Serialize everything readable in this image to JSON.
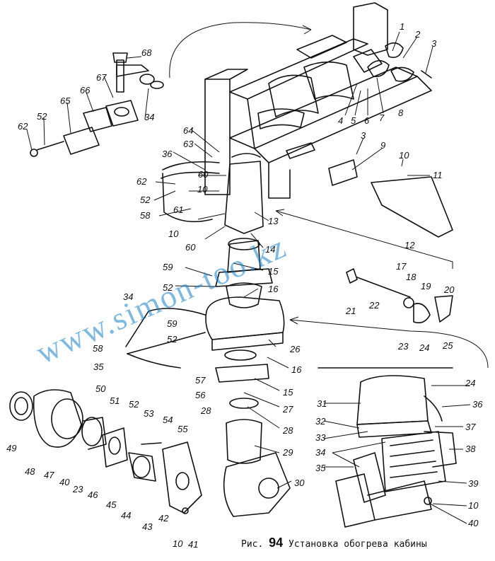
{
  "watermark": "www.simon-too.kz",
  "caption": {
    "prefix": "Рис.",
    "number": "94",
    "title": "Установка обогрева кабины"
  },
  "labels": {
    "l1": "1",
    "l2": "2",
    "l3": "3",
    "l4": "4",
    "l5": "5",
    "l6": "6",
    "l7": "7",
    "l8": "8",
    "l9": "9",
    "l10": "10",
    "l11": "11",
    "l12": "12",
    "l13": "13",
    "l14": "14",
    "l15": "15",
    "l16": "16",
    "l17": "17",
    "l18": "18",
    "l19": "19",
    "l20": "20",
    "l21": "21",
    "l22": "22",
    "l23": "23",
    "l24": "24",
    "l25": "25",
    "l26": "26",
    "l27": "27",
    "l28": "28",
    "l29": "29",
    "l30": "30",
    "l31": "31",
    "l32": "32",
    "l33": "33",
    "l34": "34",
    "l35": "35",
    "l36": "36",
    "l37": "37",
    "l38": "38",
    "l39": "39",
    "l40": "40",
    "l41": "41",
    "l42": "42",
    "l43": "43",
    "l44": "44",
    "l45": "45",
    "l46": "46",
    "l47": "47",
    "l48": "48",
    "l49": "49",
    "l50": "50",
    "l51": "51",
    "l52": "52",
    "l53": "53",
    "l54": "54",
    "l55": "55",
    "l56": "56",
    "l57": "57",
    "l58": "58",
    "l59": "59",
    "l60": "60",
    "l61": "61",
    "l62": "62",
    "l63": "63",
    "l64": "64",
    "l65": "65",
    "l66": "66",
    "l67": "67",
    "l68": "68"
  }
}
